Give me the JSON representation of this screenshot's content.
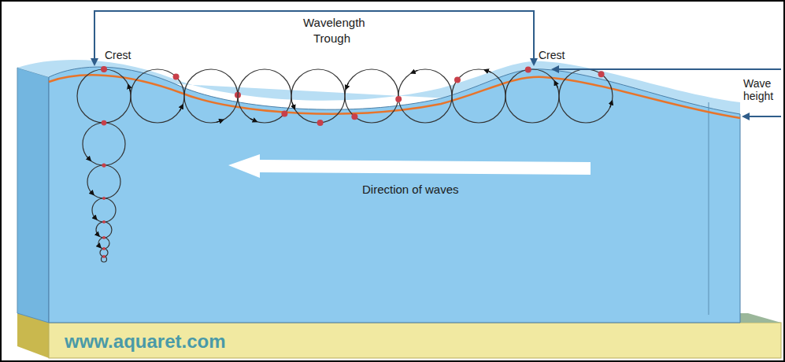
{
  "diagram": {
    "labels": [
      "Wavelength",
      "Crest",
      "Trough",
      "Crest",
      "Wave height",
      "Direction of waves",
      "www.aquaret.com"
    ]
  }
}
